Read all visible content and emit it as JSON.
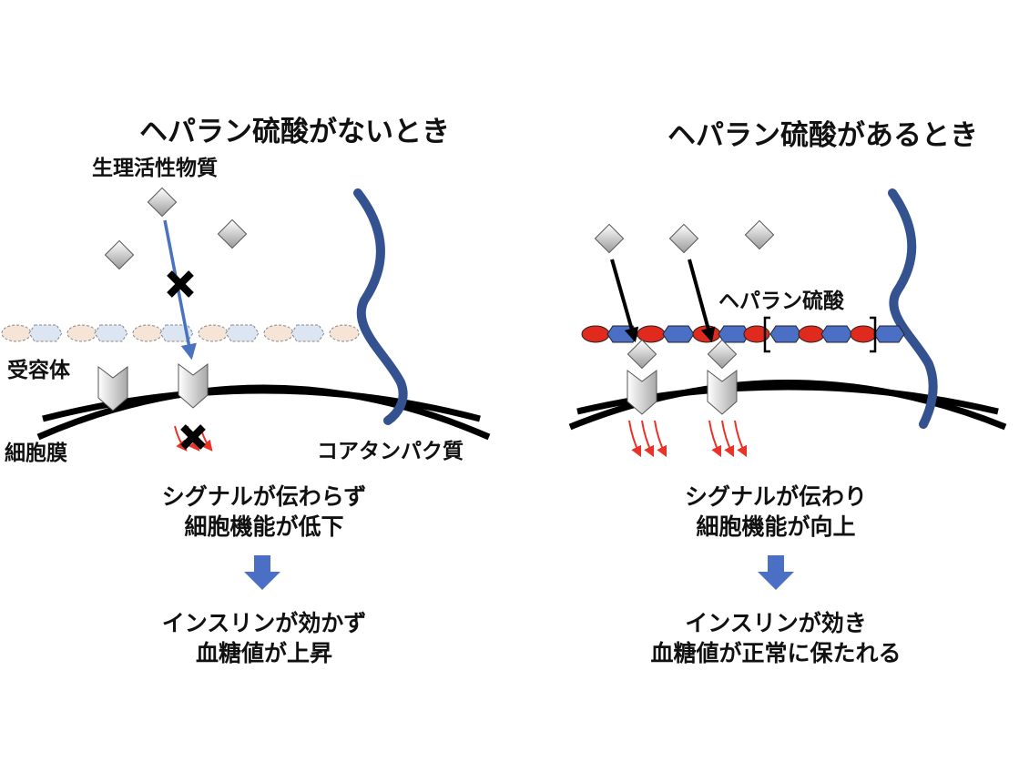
{
  "left_panel": {
    "title": "ヘパラン硫酸がないとき",
    "bioactive_label": "生理活性物質",
    "receptor_label": "受容体",
    "membrane_label": "細胞膜",
    "core_protein_label": "コアタンパク質",
    "result_line1": "シグナルが伝わらず",
    "result_line2": "細胞機能が低下",
    "outcome_line1": "インスリンが効かず",
    "outcome_line2": "血糖値が上昇"
  },
  "right_panel": {
    "title": "ヘパラン硫酸があるとき",
    "heparan_label": "ヘパラン硫酸",
    "result_line1": "シグナルが伝わり",
    "result_line2": "細胞機能が向上",
    "outcome_line1": "インスリンが効き",
    "outcome_line2": "血糖値が正常に保たれる"
  },
  "colors": {
    "core_protein": "#34528f",
    "down_arrow": "#4a6fc4",
    "blocked_arrow": "#4a72c0",
    "signal": "#e8322a",
    "hs_red": "#e02a1e",
    "hs_blue": "#4a6fc4",
    "faded_peach": "#f6e4d6",
    "faded_blue": "#dce5f2"
  }
}
